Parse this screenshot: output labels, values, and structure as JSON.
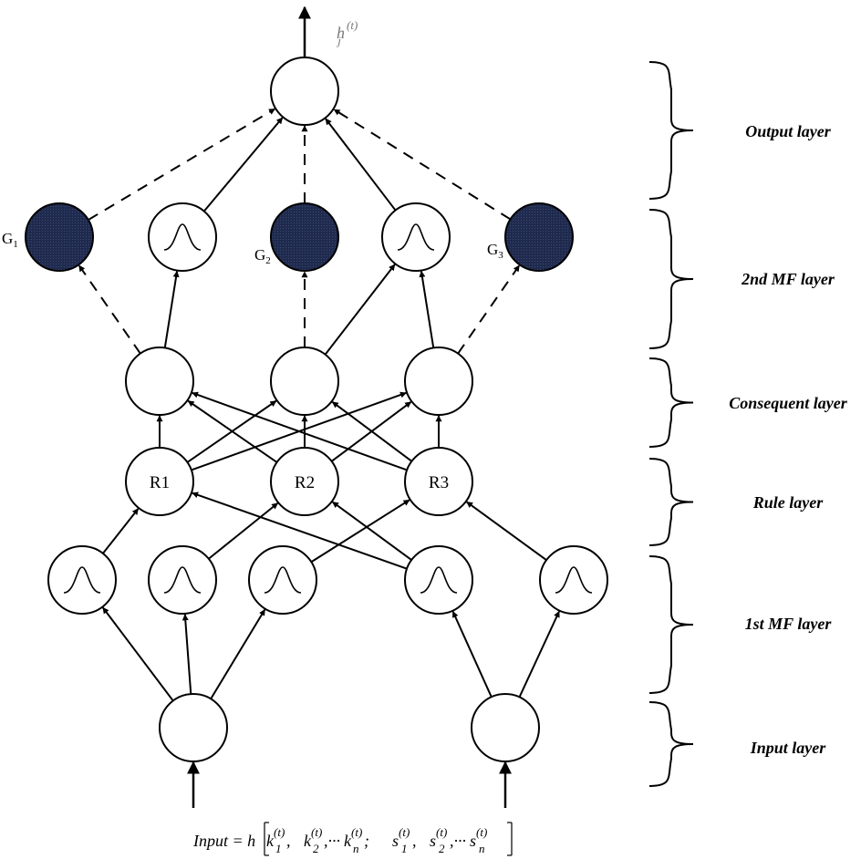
{
  "layers": {
    "output": "Output layer",
    "mf2": "2nd MF layer",
    "consequent": "Consequent layer",
    "rule": "Rule layer",
    "mf1": "1st MF layer",
    "input": "Input layer"
  },
  "rules": [
    "R1",
    "R2",
    "R3"
  ],
  "g_nodes": [
    {
      "base": "G",
      "sub": "1"
    },
    {
      "base": "G",
      "sub": "2"
    },
    {
      "base": "G",
      "sub": "3"
    }
  ],
  "output_var": {
    "base": "h",
    "sub": "j",
    "sup": "(t)"
  },
  "input_formula": {
    "prefix": "Input = h",
    "sup": "(t)",
    "terms": [
      {
        "v": "k",
        "sub": "1",
        "sep": ","
      },
      {
        "v": "k",
        "sub": "2",
        "sep": ",···"
      },
      {
        "v": "k",
        "sub": "n",
        "sep": "; "
      },
      {
        "v": "s",
        "sub": "1",
        "sep": ","
      },
      {
        "v": "s",
        "sub": "2",
        "sep": ",···"
      },
      {
        "v": "s",
        "sub": "n",
        "sep": ""
      }
    ]
  },
  "colors": {
    "stroke": "#000000",
    "filled_node": "#1f2a4d",
    "node_fill": "#ffffff",
    "output_label": "#777777"
  }
}
